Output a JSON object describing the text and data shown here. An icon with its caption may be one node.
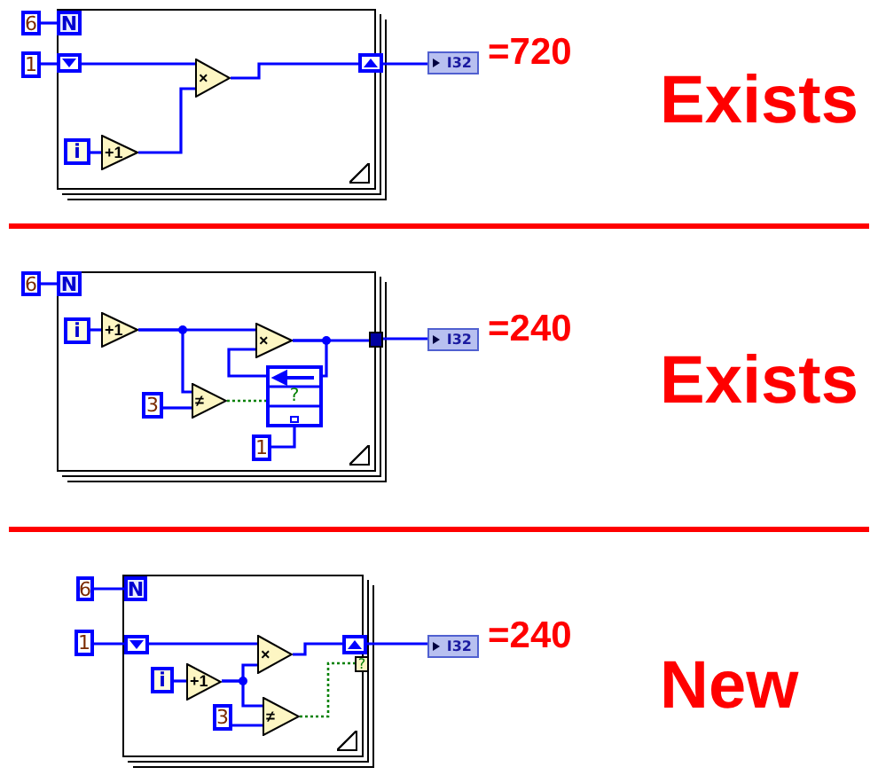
{
  "diagram": {
    "nodes": [
      {
        "text": [],
        "shape": "box"
      },
      {
        "text": [
          "6"
        ]
      },
      {
        "text": [
          "N"
        ],
        "in": 0
      },
      {
        "text": [
          "1"
        ]
      },
      {
        "text": [],
        "shape": "box",
        "in": 0
      },
      {
        "text": [
          "i"
        ],
        "in": 0
      },
      {
        "text": [
          "+1"
        ],
        "in": 0
      },
      {
        "text": [
          "×"
        ],
        "in": 0
      },
      {
        "text": [],
        "shape": "box",
        "in": 0
      },
      {
        "text": [
          "I32"
        ],
        "beside": [
          "=720"
        ]
      },
      {
        "text": [],
        "shape": "box"
      },
      {
        "text": [
          "6"
        ]
      },
      {
        "text": [
          "N"
        ],
        "in": 10
      },
      {
        "text": [
          "i"
        ],
        "in": 10
      },
      {
        "text": [
          "+1"
        ],
        "in": 10
      },
      {
        "text": [
          "×"
        ],
        "in": 10
      },
      {
        "text": [
          "3"
        ],
        "in": 10
      },
      {
        "text": [
          "≠"
        ],
        "in": 10
      },
      {
        "text": [
          "?"
        ],
        "in": 10
      },
      {
        "text": [
          "1"
        ],
        "in": 10
      },
      {
        "text": [],
        "shape": "box",
        "in": 10
      },
      {
        "text": [
          "I32"
        ],
        "beside": [
          "=240"
        ]
      },
      {
        "text": [],
        "shape": "box"
      },
      {
        "text": [
          "6"
        ]
      },
      {
        "text": [
          "N"
        ],
        "in": 22
      },
      {
        "text": [
          "1"
        ]
      },
      {
        "text": [],
        "shape": "box",
        "in": 22
      },
      {
        "text": [
          "i"
        ],
        "in": 22
      },
      {
        "text": [
          "+1"
        ],
        "in": 22
      },
      {
        "text": [
          "×"
        ],
        "in": 22
      },
      {
        "text": [
          "3"
        ],
        "in": 22
      },
      {
        "text": [
          "≠"
        ],
        "in": 22
      },
      {
        "text": [],
        "shape": "box",
        "in": 22
      },
      {
        "text": [
          "?"
        ],
        "in": 22
      },
      {
        "text": [
          "I32"
        ],
        "beside": [
          "=240"
        ]
      }
    ],
    "edges": [
      {
        "from": 1,
        "to": 2,
        "arrow": "none"
      },
      {
        "from": 3,
        "to": 4,
        "arrow": "none"
      },
      {
        "from": 4,
        "to": 7,
        "arrow": "none"
      },
      {
        "from": 5,
        "to": 6,
        "arrow": "none"
      },
      {
        "from": 6,
        "to": 7,
        "arrow": "none"
      },
      {
        "from": 7,
        "to": 8,
        "arrow": "none"
      },
      {
        "from": 8,
        "to": 9,
        "arrow": "none"
      },
      {
        "from": 11,
        "to": 12,
        "arrow": "none"
      },
      {
        "from": 13,
        "to": 14,
        "arrow": "none"
      },
      {
        "from": 14,
        "to": 15,
        "arrow": "none"
      },
      {
        "from": 14,
        "to": 17,
        "arrow": "none"
      },
      {
        "from": 16,
        "to": 17,
        "arrow": "none"
      },
      {
        "from": 17,
        "to": 18,
        "arrow": "none",
        "style": "dashed",
        "color": "#008000"
      },
      {
        "from": 19,
        "to": 18,
        "arrow": "none"
      },
      {
        "from": 18,
        "to": 15,
        "arrow": "none"
      },
      {
        "from": 15,
        "to": 18,
        "arrow": "none"
      },
      {
        "from": 15,
        "to": 20,
        "arrow": "none"
      },
      {
        "from": 20,
        "to": 21,
        "arrow": "none"
      },
      {
        "from": 23,
        "to": 24,
        "arrow": "none"
      },
      {
        "from": 25,
        "to": 26,
        "arrow": "none"
      },
      {
        "from": 26,
        "to": 29,
        "arrow": "none"
      },
      {
        "from": 27,
        "to": 28,
        "arrow": "none"
      },
      {
        "from": 28,
        "to": 29,
        "arrow": "none"
      },
      {
        "from": 28,
        "to": 31,
        "arrow": "none"
      },
      {
        "from": 30,
        "to": 31,
        "arrow": "none"
      },
      {
        "from": 31,
        "to": 33,
        "arrow": "none",
        "style": "dashed",
        "color": "#008000"
      },
      {
        "from": 29,
        "to": 32,
        "arrow": "none"
      },
      {
        "from": 32,
        "to": 34,
        "arrow": "none"
      }
    ],
    "labels": [
      "Exists",
      "Exists",
      "New"
    ]
  }
}
